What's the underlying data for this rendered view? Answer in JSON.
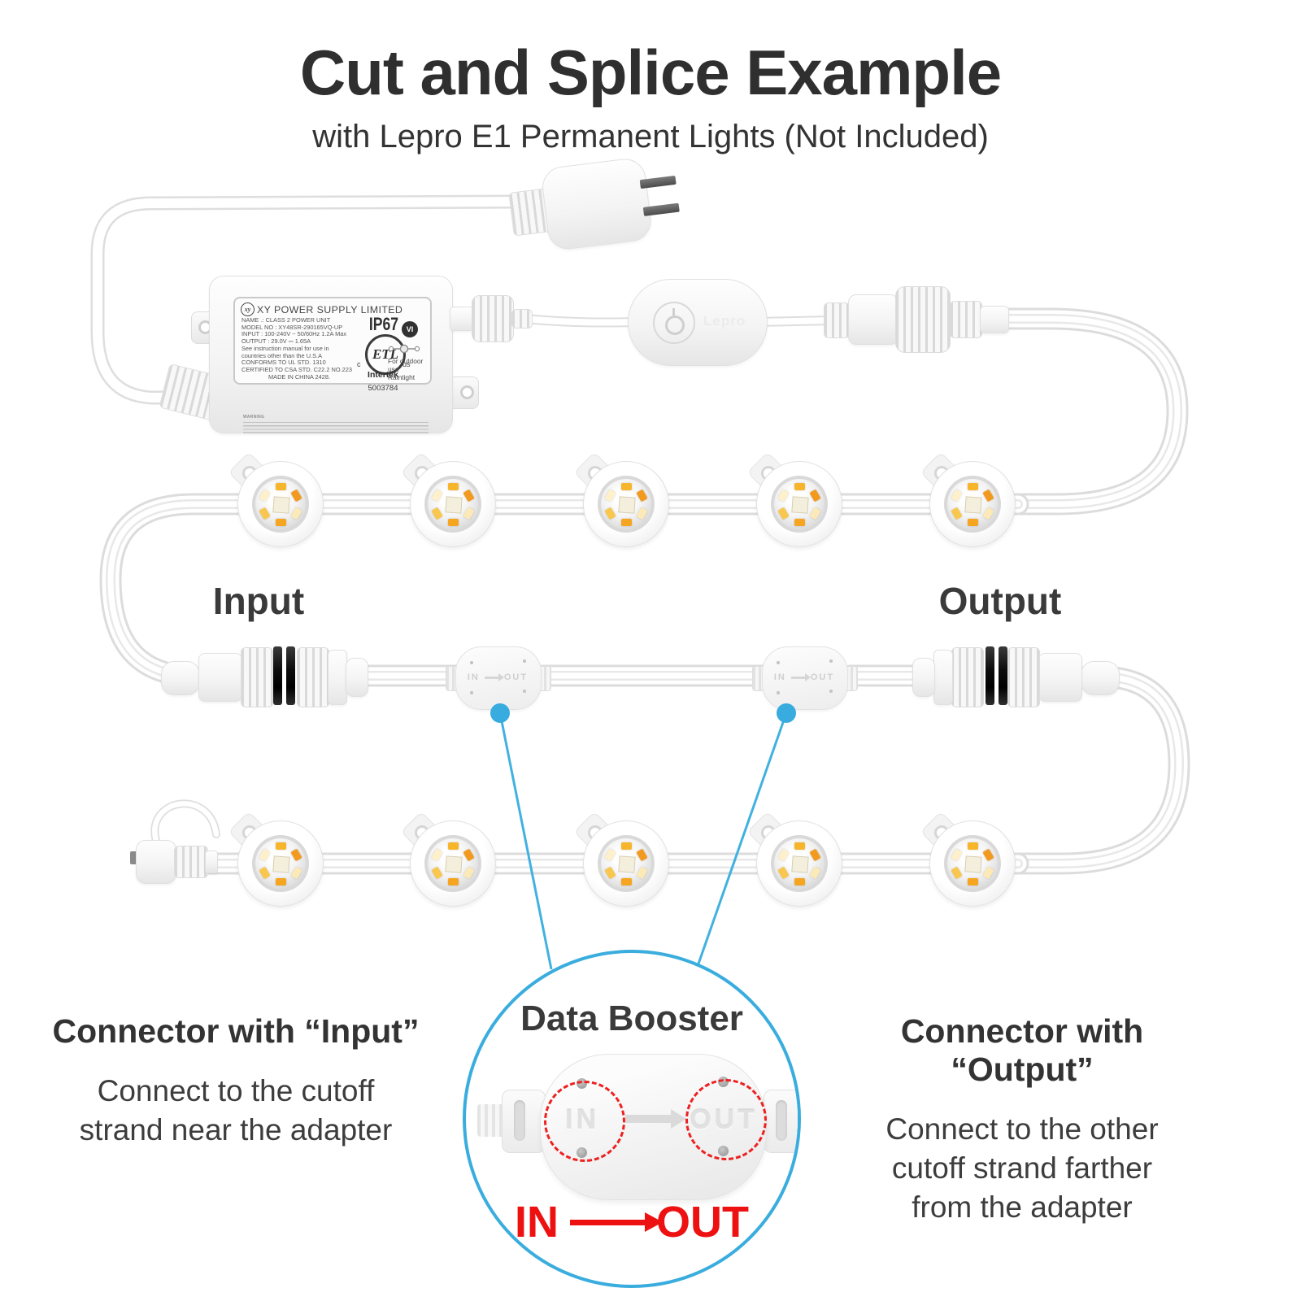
{
  "title": "Cut and Splice Example",
  "subtitle": "with Lepro E1 Permanent Lights (Not Included)",
  "strand_labels": {
    "input": "Input",
    "output": "Output"
  },
  "adapter": {
    "brand": "XY POWER SUPPLY LIMITED",
    "logo": "xy",
    "spec_lines": [
      "NAME .: CLASS 2 POWER UNIT",
      "MODEL NO : XY48SR-290165VQ-UP",
      "INPUT : 100-240V ~  50/60Hz 1.2A Max",
      "OUTPUT : 29.0V ⎓ 1.65A",
      "See instruction manual for use in",
      "countries other than the U.S.A",
      "CONFORMS TO UL STD. 1310",
      "CERTIFIED TO CSA STD. C22.2 NO.223",
      "MADE IN CHINA  2428."
    ],
    "ip_rating": "IP67",
    "etl_mark": "ETL",
    "etl_c": "c",
    "etl_us": "us",
    "etl_name": "Intertek",
    "etl_number": "5003784",
    "vi_badge": "VI",
    "outdoor_use": "For outdoor use",
    "raintight": "Raintight",
    "warning": "WARNING"
  },
  "controller": {
    "brand": "Lepro"
  },
  "booster_device": {
    "in": "IN",
    "out": "OUT"
  },
  "inset": {
    "title": "Data Booster",
    "embossed_in": "IN",
    "embossed_out": "OUT",
    "caption_in": "IN",
    "caption_out": "OUT"
  },
  "notes": {
    "left_title": "Connector with “Input”",
    "left_body_line1": "Connect to the cutoff",
    "left_body_line2": "strand near the adapter",
    "right_title": "Connector with “Output”",
    "right_body_line1": "Connect to the other",
    "right_body_line2": "cutoff strand farther",
    "right_body_line3": "from the adapter"
  },
  "colors": {
    "accent_blue": "#3aadde",
    "accent_red": "#ee1111",
    "text": "#343434"
  }
}
